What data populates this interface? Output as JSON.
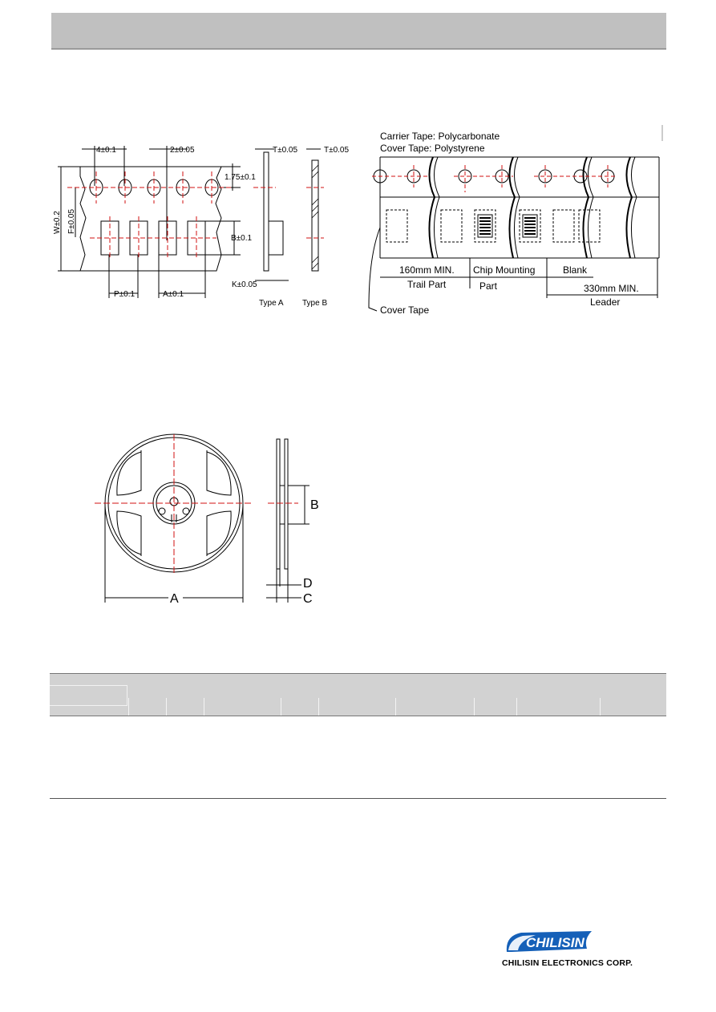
{
  "tape_diagram": {
    "dimensions": {
      "p0": "4±0.1",
      "p2": "2±0.05",
      "t_a": "T±0.05",
      "t_b": "T±0.05",
      "e": "1.75±0.1",
      "w": "W±0.2",
      "f": "F±0.05",
      "b": "B±0.1",
      "p": "P±0.1",
      "a": "A±0.1",
      "k": "K±0.05"
    },
    "type_a_label": "Type A",
    "type_b_label": "Type B"
  },
  "tape_layout": {
    "carrier_tape": "Carrier Tape: Polycarbonate",
    "cover_tape_material": "Cover Tape: Polystyrene",
    "trail_length": "160mm MIN.",
    "trail_label": "Trail Part",
    "chip_mounting": "Chip Mounting",
    "part_label": "Part",
    "blank_label": "Blank",
    "leader_length": "330mm MIN.",
    "leader_label": "Leader",
    "cover_tape_label": "Cover Tape"
  },
  "reel_diagram": {
    "label_a": "A",
    "label_b": "B",
    "label_c": "C",
    "label_d": "D"
  },
  "footer": {
    "logo_text": "CHILISIN",
    "company_name": "CHILISIN ELECTRONICS CORP."
  },
  "colors": {
    "header_band": "#c0c0c0",
    "table_band": "#d2d2d2",
    "centerline": "#d01010",
    "logo_blue": "#1560b8"
  }
}
